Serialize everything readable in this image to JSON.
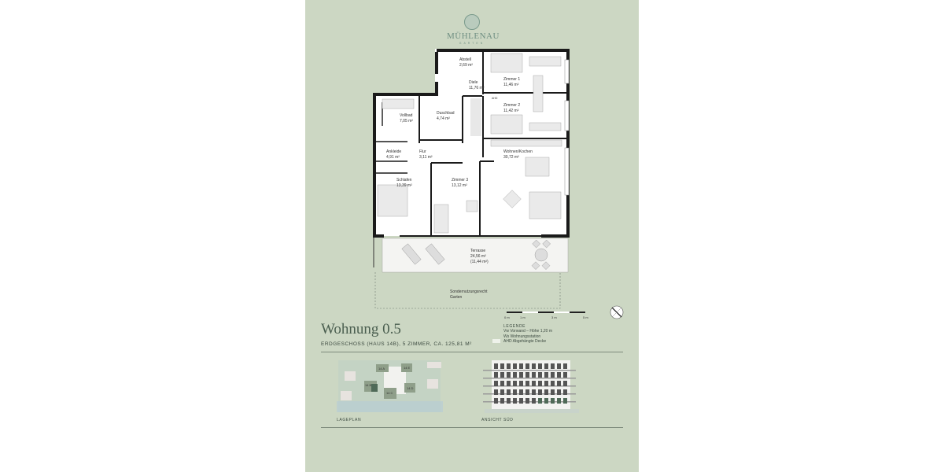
{
  "brand": {
    "name": "MÜHLENAU",
    "subline": "GARTEN"
  },
  "plan": {
    "rooms": [
      {
        "name": "Abstell",
        "area": "2,69 m²"
      },
      {
        "name": "Diele",
        "area": "11,76 m²"
      },
      {
        "name": "Zimmer 1",
        "area": "11,46 m²"
      },
      {
        "name": "Zimmer 2",
        "area": "11,42 m²"
      },
      {
        "name": "Vollbad",
        "area": "7,05 m²"
      },
      {
        "name": "Duschbad",
        "area": "4,74 m²"
      },
      {
        "name": "Ankleide",
        "area": "4,91 m²"
      },
      {
        "name": "Flur",
        "area": "3,11 m²"
      },
      {
        "name": "Wohnen/Kochen",
        "area": "30,72 m²"
      },
      {
        "name": "Schlafen",
        "area": "13,39 m²"
      },
      {
        "name": "Zimmer 3",
        "area": "13,12 m²"
      }
    ],
    "terrace": {
      "name": "Terrasse",
      "area": "24,56 m²",
      "area_weighted": "(11,44 m²)"
    },
    "garden": {
      "line1": "Sondernutzungsrecht",
      "line2": "Garten"
    },
    "ahd_tag": "AHD",
    "scale_labels": [
      "0 m",
      "1 m",
      "3 m",
      "5 m"
    ],
    "compass_icon": "north-arrow-icon"
  },
  "unit": {
    "title": "Wohnung 0.5",
    "subtitle": "ERDGESCHOSS (HAUS 14B), 5 ZIMMER, CA. 125,81 M²"
  },
  "legend": {
    "heading": "LEGENDE",
    "items": [
      "Vw Vorwand – Höhe 1,20 m",
      "Ws Wohnungsstation",
      "AHD Abgehängte Decke"
    ]
  },
  "site_plan": {
    "label": "LAGEPLAN",
    "buildings": [
      "14 A",
      "14 E",
      "14 B",
      "14 C",
      "14 D"
    ]
  },
  "elevation": {
    "label": "ANSICHT SÜD"
  },
  "colors": {
    "background": "#ccd7c3",
    "walls": "#1a1a1a",
    "highlight": "#4f6a58"
  }
}
